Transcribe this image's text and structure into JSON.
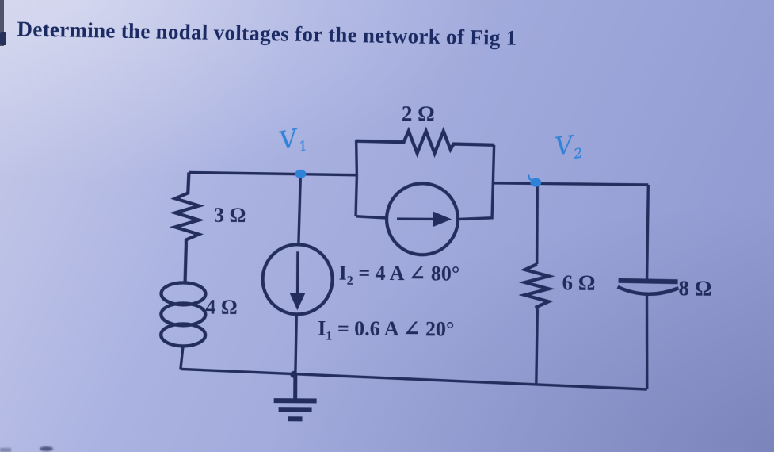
{
  "title": "Determine the nodal voltages for the network of Fig 1",
  "figure": {
    "components": {
      "r2": "2 Ω",
      "r3": "3 Ω",
      "l4": "4 Ω",
      "r6": "6 Ω",
      "c8": "8 Ω"
    },
    "sources": {
      "i2": {
        "sym": "I",
        "sub": "2",
        "rest": "= 4 A ∠ 80°"
      },
      "i1": {
        "sym": "I",
        "sub": "1",
        "rest": "= 0.6 A ∠ 20°"
      }
    },
    "nodes": {
      "v1": {
        "sym": "V",
        "sub": "1"
      },
      "v2": {
        "sym": "V",
        "sub": "2"
      }
    }
  },
  "colors": {
    "ink": "#232e5e",
    "pen_blue": "#2f82d8",
    "paper": "#a7b0e0"
  }
}
